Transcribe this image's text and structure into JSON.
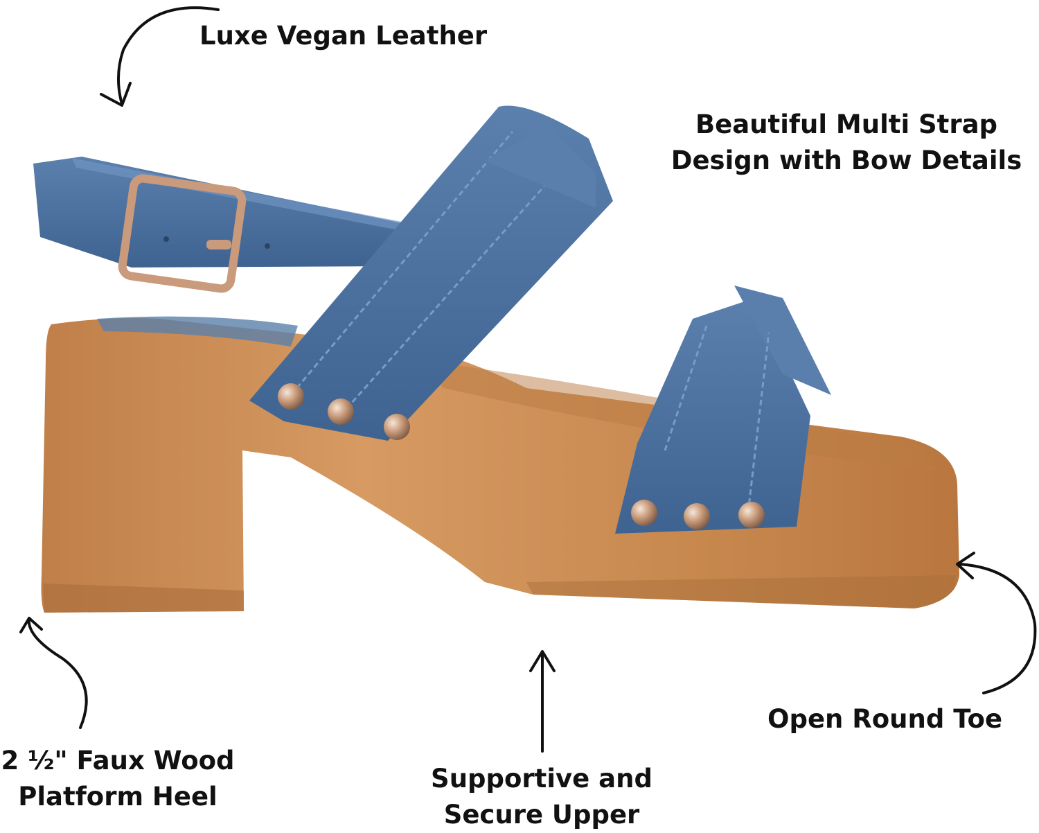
{
  "callouts": {
    "leather": "Luxe Vegan Leather",
    "straps": [
      "Beautiful Multi Strap",
      "Design with Bow Details"
    ],
    "heel": [
      "2 ½\" Faux Wood",
      "Platform Heel"
    ],
    "upper": [
      "Supportive and",
      "Secure Upper"
    ],
    "toe": "Open Round Toe"
  },
  "image": {
    "subject": "sandal-product-photo",
    "colors": {
      "strap": "#4a6e9c",
      "strap_dark": "#35557f",
      "wood": "#c68a55",
      "wood_light": "#d9a06a",
      "hardware": "#c99a7c",
      "ink": "#111111"
    }
  }
}
